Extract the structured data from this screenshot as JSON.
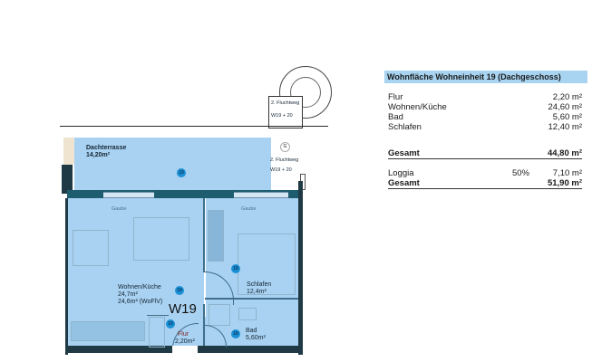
{
  "legend": {
    "title": "Wohnfläche Wohneinheit 19  (Dachgeschoss)",
    "title_bg": "#a8d4f2",
    "rooms": [
      {
        "name": "Flur",
        "area": "2,20 m²"
      },
      {
        "name": "Wohnen/Küche",
        "area": "24,60 m²"
      },
      {
        "name": "Bad",
        "area": "5,60 m²"
      },
      {
        "name": "Schlafen",
        "area": "12,40 m²"
      }
    ],
    "subtotal": {
      "name": "Gesamt",
      "area": "44,80 m²"
    },
    "loggia": {
      "name": "Loggia",
      "percent": "50%",
      "area": "7,10 m²"
    },
    "total": {
      "name": "Gesamt",
      "area": "51,90 m²"
    }
  },
  "floorplan": {
    "unit_label": "W19",
    "room_fill": "#a9d2f2",
    "marker_color": "#1a8fd4",
    "marker_number": "19",
    "escape_route_top": {
      "line1": "2. Fluchtweg",
      "line2": "W19 + 20"
    },
    "escape_route_side": {
      "symbol": "G",
      "line1": "2. Fluchtweg",
      "line2": "W19 + 20"
    },
    "rooms": {
      "terrace": {
        "name": "Dachterrasse",
        "area": "14,20m²"
      },
      "living": {
        "name": "Wohnen/Küche",
        "area": "24,7m²",
        "area_wofiv": "24,6m² (WoFlV)"
      },
      "bedroom": {
        "name": "Schlafen",
        "area": "12,4m²"
      },
      "bath": {
        "name": "Bad",
        "area": "5,60m²"
      },
      "hall": {
        "name": "Flur",
        "area": "2,20m²"
      }
    },
    "dormer_left": "Gaube",
    "dormer_right": "Gaube"
  }
}
